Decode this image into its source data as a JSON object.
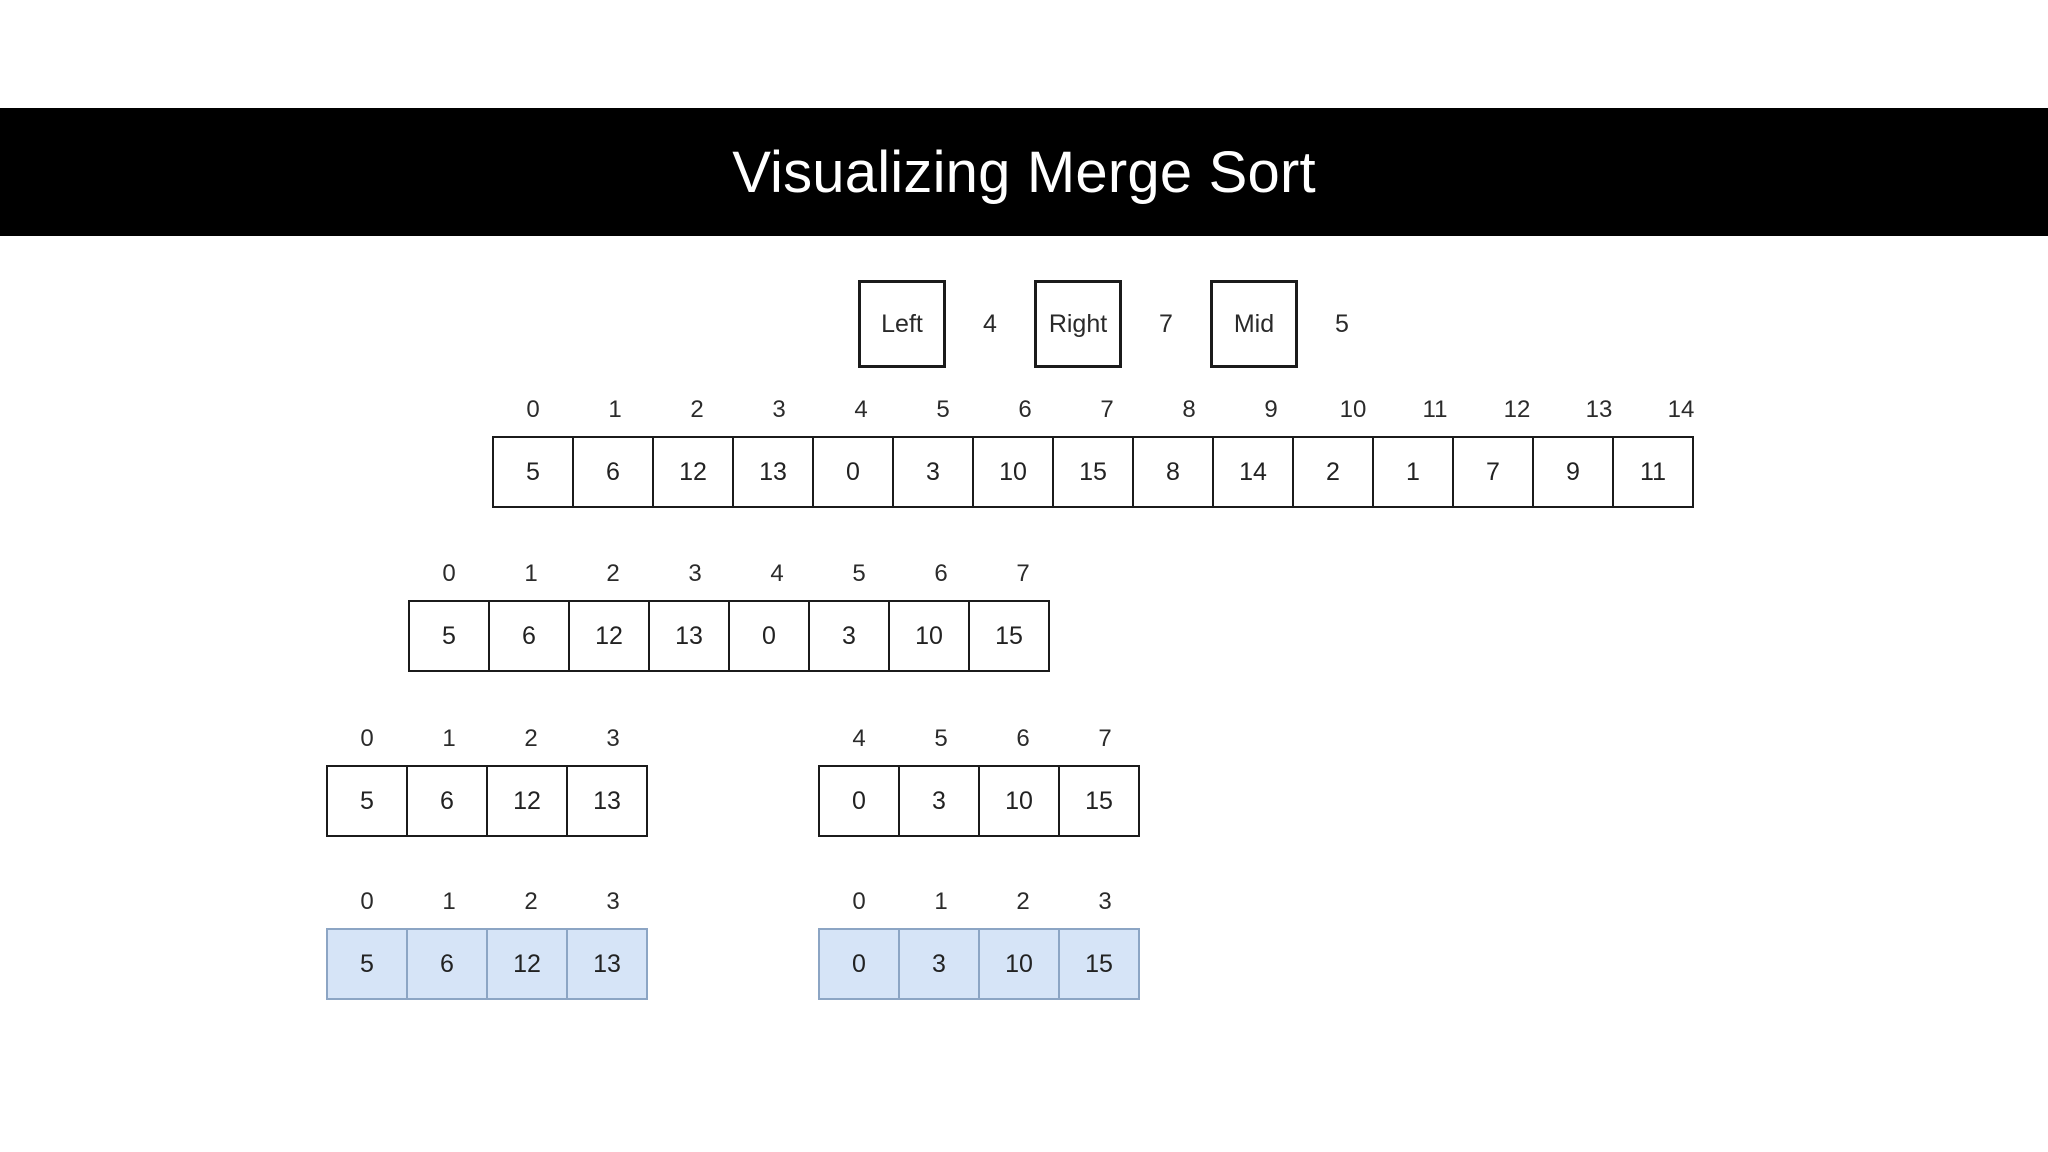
{
  "page": {
    "background": "#ffffff",
    "banner_color": "#000000",
    "banner_text_color": "#ffffff",
    "highlight_color": "#d6e4f7",
    "border_color": "#1b1b1b"
  },
  "header": {
    "title": "Visualizing Merge Sort"
  },
  "pointers": [
    {
      "label": "Left",
      "value": "4"
    },
    {
      "label": "Right",
      "value": "7"
    },
    {
      "label": "Mid",
      "value": "5"
    }
  ],
  "rows": [
    {
      "name": "full-array",
      "highlighted": false,
      "groups": [
        {
          "indices": [
            "0",
            "1",
            "2",
            "3",
            "4",
            "5",
            "6",
            "7",
            "8",
            "9",
            "10",
            "11",
            "12",
            "13",
            "14"
          ],
          "values": [
            "5",
            "6",
            "12",
            "13",
            "0",
            "3",
            "10",
            "15",
            "8",
            "14",
            "2",
            "1",
            "7",
            "9",
            "11"
          ]
        }
      ]
    },
    {
      "name": "left-half",
      "highlighted": false,
      "groups": [
        {
          "indices": [
            "0",
            "1",
            "2",
            "3",
            "4",
            "5",
            "6",
            "7"
          ],
          "values": [
            "5",
            "6",
            "12",
            "13",
            "0",
            "3",
            "10",
            "15"
          ]
        }
      ]
    },
    {
      "name": "quarters",
      "highlighted": false,
      "groups": [
        {
          "indices": [
            "0",
            "1",
            "2",
            "3"
          ],
          "values": [
            "5",
            "6",
            "12",
            "13"
          ]
        },
        {
          "indices": [
            "4",
            "5",
            "6",
            "7"
          ],
          "values": [
            "0",
            "3",
            "10",
            "15"
          ]
        }
      ]
    },
    {
      "name": "sorted-subarrays",
      "highlighted": true,
      "groups": [
        {
          "indices": [
            "0",
            "1",
            "2",
            "3"
          ],
          "values": [
            "5",
            "6",
            "12",
            "13"
          ]
        },
        {
          "indices": [
            "0",
            "1",
            "2",
            "3"
          ],
          "values": [
            "0",
            "3",
            "10",
            "15"
          ]
        }
      ]
    }
  ]
}
